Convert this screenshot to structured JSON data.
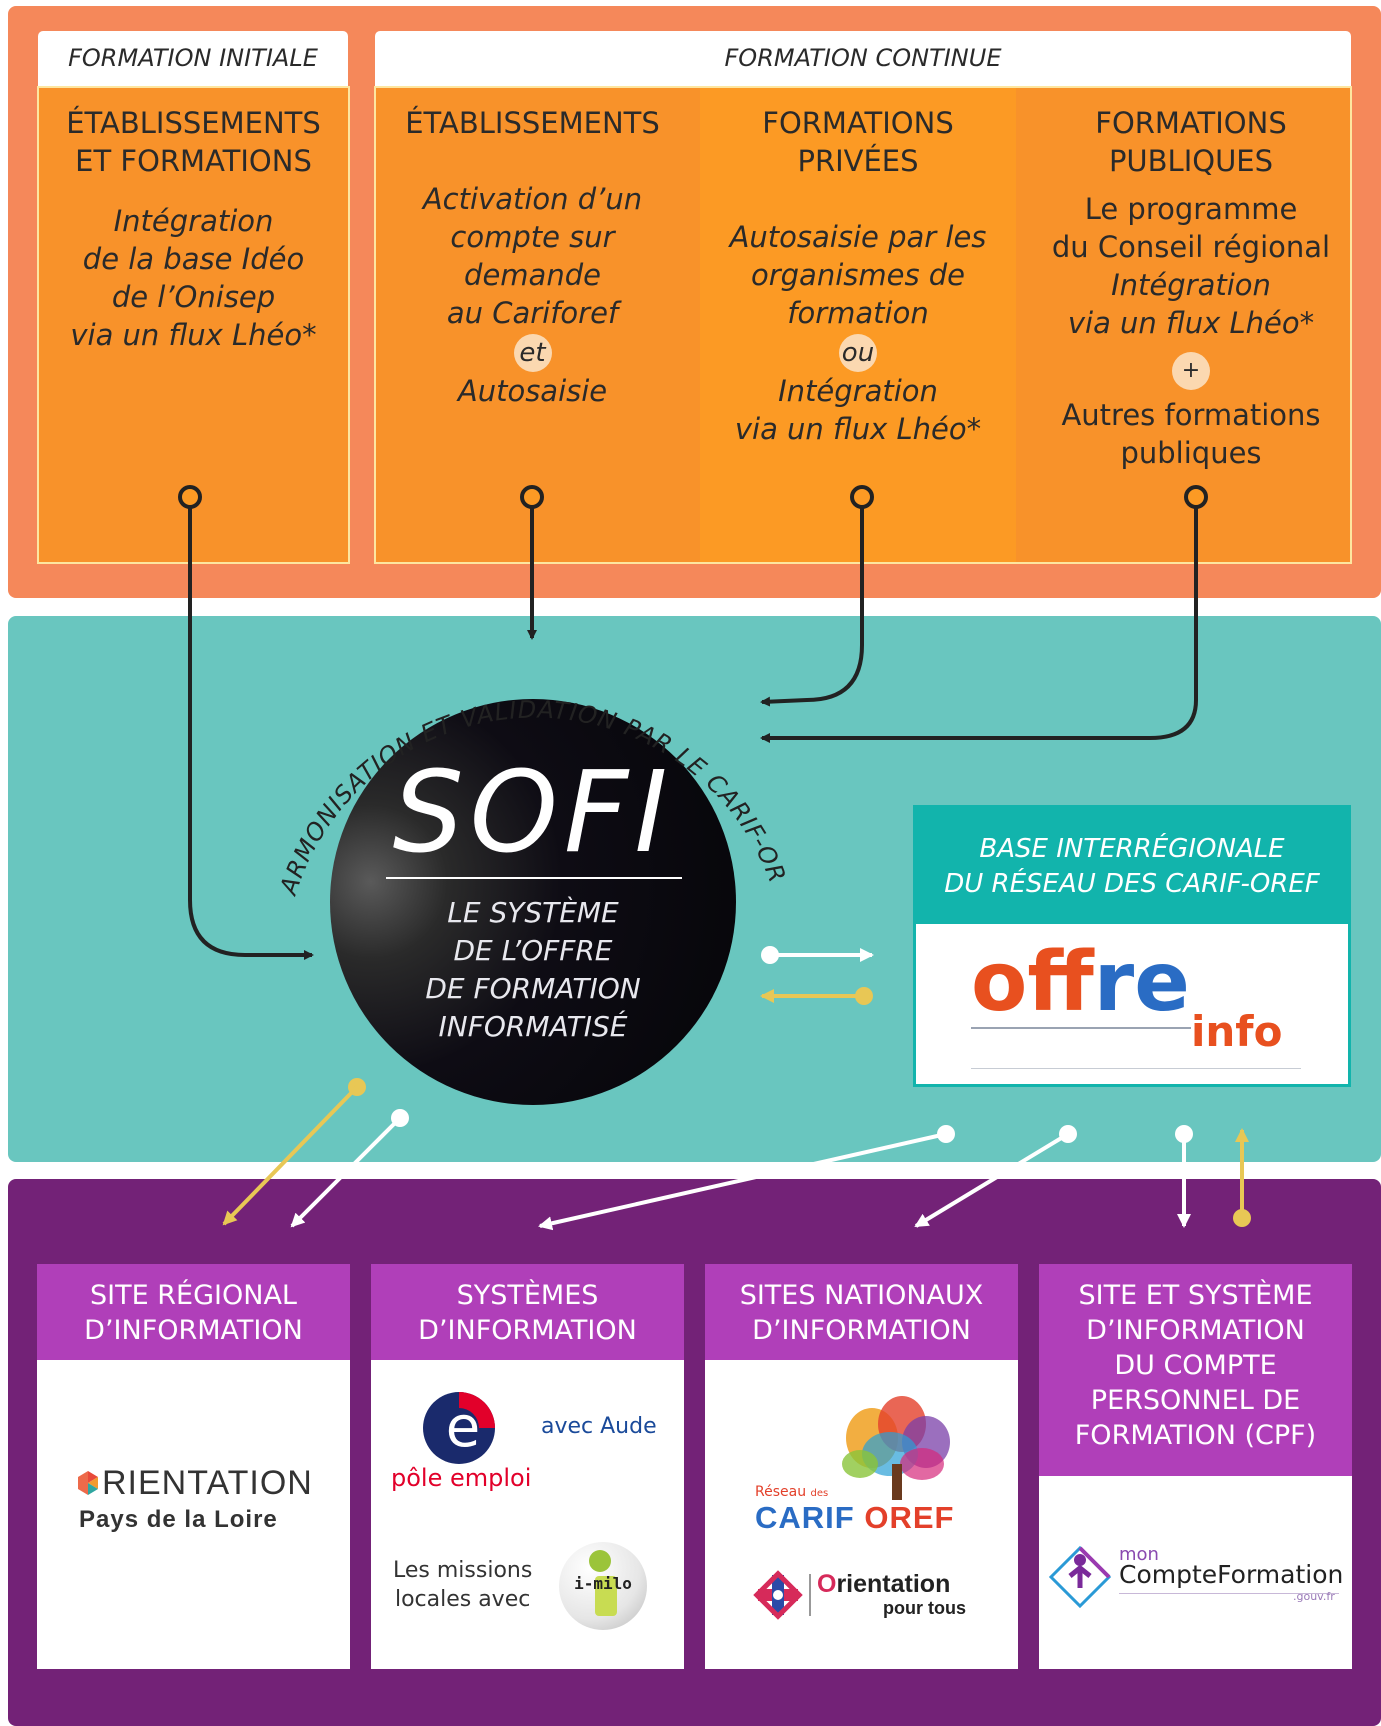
{
  "top": {
    "initial_header": "FORMATION INITIALE",
    "continue_header": "FORMATION CONTINUE",
    "columns": [
      {
        "title": [
          "ÉTABLISSEMENTS",
          "ET FORMATIONS"
        ],
        "lines": [
          "Intégration",
          "de la base Idéo",
          "de l’Onisep",
          "via un flux Lhéo*"
        ]
      },
      {
        "title": [
          "ÉTABLISSEMENTS"
        ],
        "lines": [
          "Activation d’un",
          "compte sur",
          "demande",
          "au Cariforef"
        ],
        "connector": "et",
        "lines2": [
          "Autosaisie"
        ]
      },
      {
        "title": [
          "FORMATIONS PRIVÉES"
        ],
        "lines": [
          "Autosaisie par les",
          "organismes de",
          "formation"
        ],
        "connector": "ou",
        "lines2": [
          "Intégration",
          "via un flux Lhéo*"
        ]
      },
      {
        "title": [
          "FORMATIONS",
          "PUBLIQUES"
        ],
        "lines_upright": [
          "Le programme",
          "du Conseil régional"
        ],
        "lines": [
          "Intégration",
          "via un flux Lhéo*"
        ],
        "connector": "+",
        "lines2_upright": [
          "Autres formations",
          "publiques"
        ]
      }
    ]
  },
  "sofi": {
    "arc_text": "HARMONISATION ET VALIDATION PAR LE CARIF-OREF",
    "name": "SOFI",
    "desc": [
      "LE SYSTÈME",
      "DE L’OFFRE",
      "DE FORMATION",
      "INFORMATISÉ"
    ]
  },
  "base": {
    "header": [
      "BASE INTERRÉGIONALE",
      "DU RÉSEAU DES CARIF-OREF"
    ],
    "logo_word": "offre",
    "logo_sub": "info"
  },
  "bottom": {
    "cards": [
      {
        "header": [
          "SITE RÉGIONAL",
          "D’INFORMATION"
        ],
        "logo_main": "RIENTATION",
        "logo_sub": "Pays de la Loire"
      },
      {
        "header": [
          "SYSTÈMES",
          "D’INFORMATION"
        ],
        "pe_text": "pôle emploi",
        "aude_text": "avec Aude",
        "missions_text": [
          "Les missions",
          "locales avec"
        ],
        "imilo_text": "i-milo"
      },
      {
        "header": [
          "SITES NATIONAUX",
          "D’INFORMATION"
        ],
        "reseau_small": "Réseau",
        "reseau_des": "des",
        "carif": "CARIF",
        "oref": "OREF",
        "orient_main": "rientation",
        "orient_sub": "pour tous"
      },
      {
        "header": [
          "SITE ET SYSTÈME",
          "D’INFORMATION",
          "DU COMPTE",
          "PERSONNEL DE",
          "FORMATION (CPF)"
        ],
        "mon": "mon",
        "compte": "CompteFormation",
        "gouv": ".gouv.fr"
      }
    ]
  },
  "colors": {
    "orange_band": "#f5885a",
    "teal_band": "#69c6bf",
    "purple_band": "#732277",
    "arrow_dark": "#222222",
    "arrow_white": "#ffffff",
    "arrow_yellow": "#e8c755",
    "card_header": "#b03fb9",
    "base_teal": "#12b4ac"
  }
}
